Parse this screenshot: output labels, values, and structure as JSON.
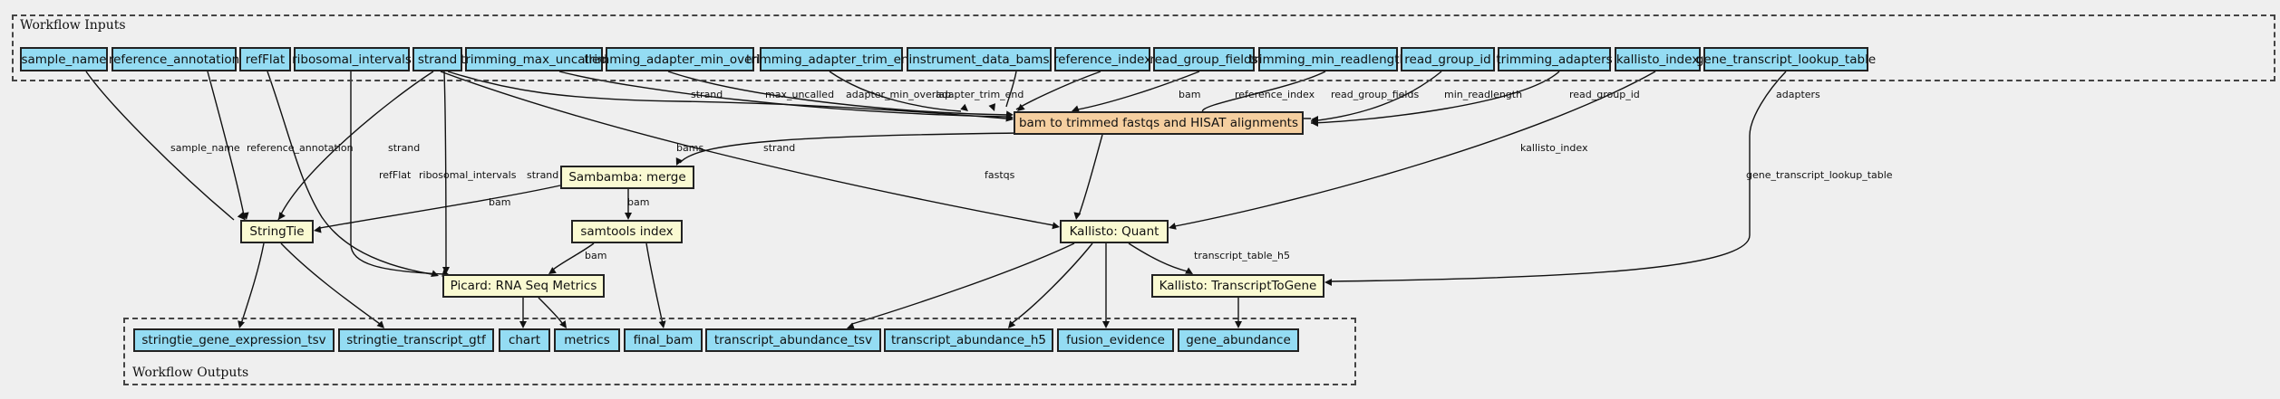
{
  "clusters": {
    "inputs_label": "Workflow Inputs",
    "outputs_label": "Workflow Outputs"
  },
  "inputs": [
    {
      "id": "sample_name",
      "label": "sample_name"
    },
    {
      "id": "reference_annotation",
      "label": "reference_annotation"
    },
    {
      "id": "refFlat",
      "label": "refFlat"
    },
    {
      "id": "ribosomal_intervals",
      "label": "ribosomal_intervals"
    },
    {
      "id": "strand",
      "label": "strand"
    },
    {
      "id": "trimming_max_uncalled",
      "label": "trimming_max_uncalled"
    },
    {
      "id": "trimming_adapter_min_overlap",
      "label": "trimming_adapter_min_overlap"
    },
    {
      "id": "trimming_adapter_trim_end",
      "label": "trimming_adapter_trim_end"
    },
    {
      "id": "instrument_data_bams",
      "label": "instrument_data_bams"
    },
    {
      "id": "reference_index",
      "label": "reference_index"
    },
    {
      "id": "read_group_fields",
      "label": "read_group_fields"
    },
    {
      "id": "trimming_min_readlength",
      "label": "trimming_min_readlength"
    },
    {
      "id": "read_group_id",
      "label": "read_group_id"
    },
    {
      "id": "trimming_adapters",
      "label": "trimming_adapters"
    },
    {
      "id": "kallisto_index",
      "label": "kallisto_index"
    },
    {
      "id": "gene_transcript_lookup_table",
      "label": "gene_transcript_lookup_table"
    }
  ],
  "steps": [
    {
      "id": "bam_to_fastq_hisat",
      "label": "bam to trimmed fastqs and HISAT alignments",
      "kind": "subworkflow"
    },
    {
      "id": "sambamba_merge",
      "label": "Sambamba: merge",
      "kind": "tool"
    },
    {
      "id": "samtools_index",
      "label": "samtools index",
      "kind": "tool"
    },
    {
      "id": "stringtie",
      "label": "StringTie",
      "kind": "tool"
    },
    {
      "id": "picard",
      "label": "Picard: RNA Seq Metrics",
      "kind": "tool"
    },
    {
      "id": "kallisto_quant",
      "label": "Kallisto: Quant",
      "kind": "tool"
    },
    {
      "id": "transcript_to_gene",
      "label": "Kallisto: TranscriptToGene",
      "kind": "tool"
    }
  ],
  "outputs": [
    {
      "id": "stringtie_gene_expression_tsv",
      "label": "stringtie_gene_expression_tsv"
    },
    {
      "id": "stringtie_transcript_gtf",
      "label": "stringtie_transcript_gtf"
    },
    {
      "id": "chart",
      "label": "chart"
    },
    {
      "id": "metrics",
      "label": "metrics"
    },
    {
      "id": "final_bam",
      "label": "final_bam"
    },
    {
      "id": "transcript_abundance_tsv",
      "label": "transcript_abundance_tsv"
    },
    {
      "id": "transcript_abundance_h5",
      "label": "transcript_abundance_h5"
    },
    {
      "id": "fusion_evidence",
      "label": "fusion_evidence"
    },
    {
      "id": "gene_abundance",
      "label": "gene_abundance"
    }
  ],
  "edges": [
    {
      "from": "sample_name",
      "to": "stringtie",
      "label": "sample_name"
    },
    {
      "from": "reference_annotation",
      "to": "stringtie",
      "label": "reference_annotation"
    },
    {
      "from": "strand",
      "to": "stringtie",
      "label": "strand"
    },
    {
      "from": "refFlat",
      "to": "picard",
      "label": "refFlat"
    },
    {
      "from": "ribosomal_intervals",
      "to": "picard",
      "label": "ribosomal_intervals"
    },
    {
      "from": "strand",
      "to": "picard",
      "label": "strand"
    },
    {
      "from": "strand",
      "to": "bam_to_fastq_hisat",
      "label": "strand"
    },
    {
      "from": "strand",
      "to": "kallisto_quant",
      "label": "strand"
    },
    {
      "from": "trimming_max_uncalled",
      "to": "bam_to_fastq_hisat",
      "label": "max_uncalled"
    },
    {
      "from": "trimming_adapter_min_overlap",
      "to": "bam_to_fastq_hisat",
      "label": "adapter_min_overlap"
    },
    {
      "from": "trimming_adapter_trim_end",
      "to": "bam_to_fastq_hisat",
      "label": "adapter_trim_end"
    },
    {
      "from": "instrument_data_bams",
      "to": "bam_to_fastq_hisat",
      "label": "bam"
    },
    {
      "from": "reference_index",
      "to": "bam_to_fastq_hisat",
      "label": "reference_index"
    },
    {
      "from": "read_group_fields",
      "to": "bam_to_fastq_hisat",
      "label": "read_group_fields"
    },
    {
      "from": "trimming_min_readlength",
      "to": "bam_to_fastq_hisat",
      "label": "min_readlength"
    },
    {
      "from": "read_group_id",
      "to": "bam_to_fastq_hisat",
      "label": "read_group_id"
    },
    {
      "from": "trimming_adapters",
      "to": "bam_to_fastq_hisat",
      "label": "adapters"
    },
    {
      "from": "kallisto_index",
      "to": "kallisto_quant",
      "label": "kallisto_index"
    },
    {
      "from": "gene_transcript_lookup_table",
      "to": "transcript_to_gene",
      "label": "gene_transcript_lookup_table"
    },
    {
      "from": "bam_to_fastq_hisat",
      "to": "sambamba_merge",
      "label": "bams"
    },
    {
      "from": "bam_to_fastq_hisat",
      "to": "kallisto_quant",
      "label": "fastqs"
    },
    {
      "from": "sambamba_merge",
      "to": "stringtie",
      "label": "bam"
    },
    {
      "from": "sambamba_merge",
      "to": "samtools_index",
      "label": "bam"
    },
    {
      "from": "samtools_index",
      "to": "picard",
      "label": "bam"
    },
    {
      "from": "samtools_index",
      "to": "final_bam",
      "label": ""
    },
    {
      "from": "stringtie",
      "to": "stringtie_gene_expression_tsv",
      "label": ""
    },
    {
      "from": "stringtie",
      "to": "stringtie_transcript_gtf",
      "label": ""
    },
    {
      "from": "picard",
      "to": "chart",
      "label": ""
    },
    {
      "from": "picard",
      "to": "metrics",
      "label": ""
    },
    {
      "from": "kallisto_quant",
      "to": "transcript_abundance_tsv",
      "label": ""
    },
    {
      "from": "kallisto_quant",
      "to": "transcript_abundance_h5",
      "label": ""
    },
    {
      "from": "kallisto_quant",
      "to": "fusion_evidence",
      "label": ""
    },
    {
      "from": "kallisto_quant",
      "to": "transcript_to_gene",
      "label": "transcript_table_h5"
    },
    {
      "from": "transcript_to_gene",
      "to": "gene_abundance",
      "label": ""
    }
  ]
}
